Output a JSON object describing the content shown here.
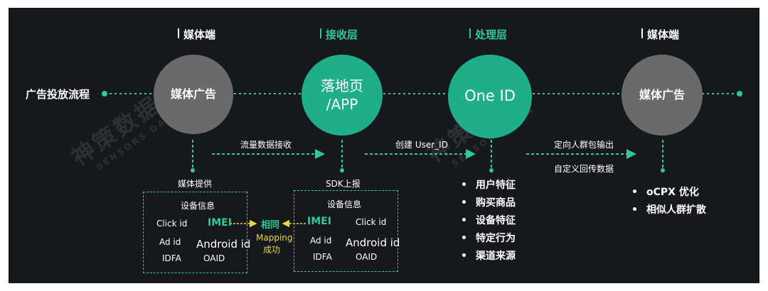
{
  "headers": [
    "媒体端",
    "接收层",
    "处理层",
    "媒体端"
  ],
  "flow_label": "广告投放流程",
  "nodes": [
    "媒体广告",
    "落地页\n/APP",
    "One ID",
    "媒体广告"
  ],
  "arrows": [
    "流量数据接收",
    "创建 User_ID",
    "定向人群包输出",
    "自定义回传数据"
  ],
  "stem_labels": [
    "媒体提供",
    "SDK上报"
  ],
  "box_left": {
    "title": "设备信息",
    "click_id": "Click id",
    "imei": "IMEI",
    "ad_id": "Ad id",
    "android_id": "Android id",
    "idfa": "IDFA",
    "oaid": "OAID"
  },
  "box_right": {
    "title": "设备信息",
    "imei": "IMEI",
    "click_id": "Click id",
    "ad_id": "Ad id",
    "android_id": "Android id",
    "idfa": "IDFA",
    "oaid": "OAID"
  },
  "mapping": {
    "same": "相同",
    "line1": "Mapping",
    "line2": "成功"
  },
  "features": [
    "用户特征",
    "购买商品",
    "设备特征",
    "特定行为",
    "渠道来源"
  ],
  "optimizations": [
    "oCPX 优化",
    "相似人群扩散"
  ],
  "watermark": {
    "cn": "神策数据",
    "en": "SENSORS DATA"
  },
  "colors": {
    "background": "#17181c",
    "accent_green": "#2fc79d",
    "node_gray": "#6a6a6a",
    "node_green": "#1fae8a",
    "mapping_yellow": "#e8d83a"
  }
}
